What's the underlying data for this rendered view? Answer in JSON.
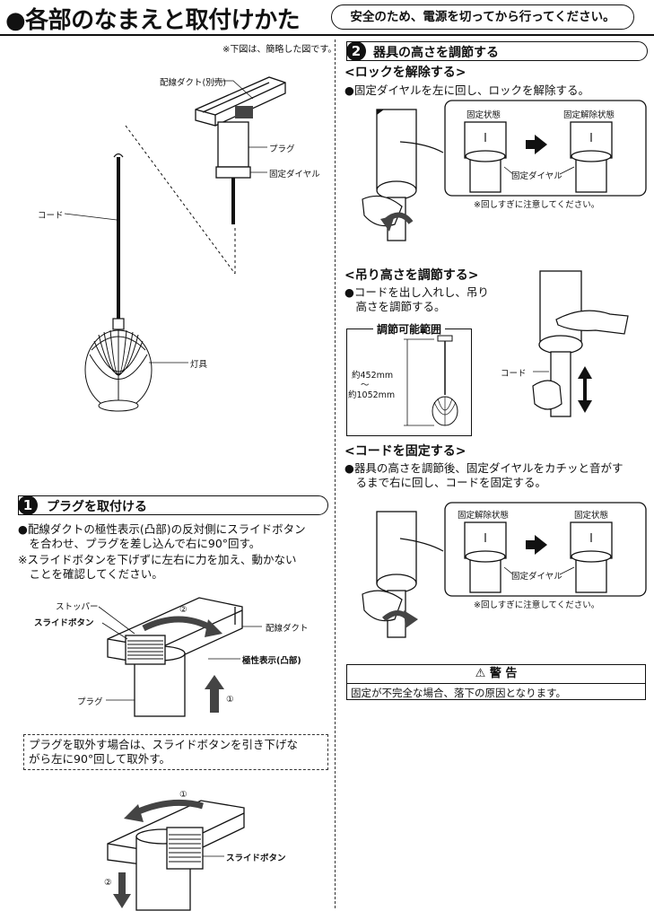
{
  "header": {
    "title": "●各部のなまえと取付けかた",
    "safety_note": "安全のため、電源を切ってから行ってください。"
  },
  "left": {
    "diagram_note": "※下図は、簡略した図です。",
    "labels": {
      "duct": "配線ダクト(別売)",
      "plug": "プラグ",
      "dial": "固定ダイヤル",
      "cord": "コード",
      "lamp": "灯具"
    },
    "step1": {
      "number": "1",
      "title": "プラグを取付ける",
      "text1a": "●配線ダクトの極性表示(凸部)の反対側にスライドボタン",
      "text1b": "　を合わせ、プラグを差し込んで右に90°回す。",
      "text2a": "※スライドボタンを下げずに左右に力を加え、動かない",
      "text2b": "　ことを確認してください。",
      "labels": {
        "stopper": "ストッパー",
        "slide": "スライドボタン",
        "duct": "配線ダクト",
        "polarity": "極性表示(凸部)",
        "plug": "プラグ",
        "step_a": "②",
        "step_b": "①"
      }
    },
    "remove_box": {
      "line1": "プラグを取外す場合は、スライドボタンを引き下げな",
      "line2": "がら左に90°回して取外す。"
    },
    "remove_diagram": {
      "step_a": "①",
      "step_b": "②",
      "slide": "スライドボタン"
    }
  },
  "right": {
    "step2": {
      "number": "2",
      "title": "器具の高さを調節する"
    },
    "unlock": {
      "heading": "<ロックを解除する>",
      "text": "●固定ダイヤルを左に回し、ロックを解除する。",
      "state_locked": "固定状態",
      "state_unlocked": "固定解除状態",
      "dial": "固定ダイヤル",
      "caution": "※回しすぎに注意してください。"
    },
    "height": {
      "heading": "<吊り高さを調節する>",
      "text1": "●コードを出し入れし、吊り",
      "text2": "　高さを調節する。",
      "range_title": "調節可能範囲",
      "min": "約452mm",
      "tilde": "〜",
      "max": "約1052mm",
      "cord": "コード"
    },
    "fix": {
      "heading": "<コードを固定する>",
      "text1": "●器具の高さを調節後、固定ダイヤルをカチッと音がす",
      "text2": "　るまで右に回し、コードを固定する。",
      "state_unlocked": "固定解除状態",
      "state_locked": "固定状態",
      "dial": "固定ダイヤル",
      "caution": "※回しすぎに注意してください。"
    },
    "warning": {
      "title": "⚠ 警 告",
      "text": "固定が不完全な場合、落下の原因となります。"
    }
  }
}
